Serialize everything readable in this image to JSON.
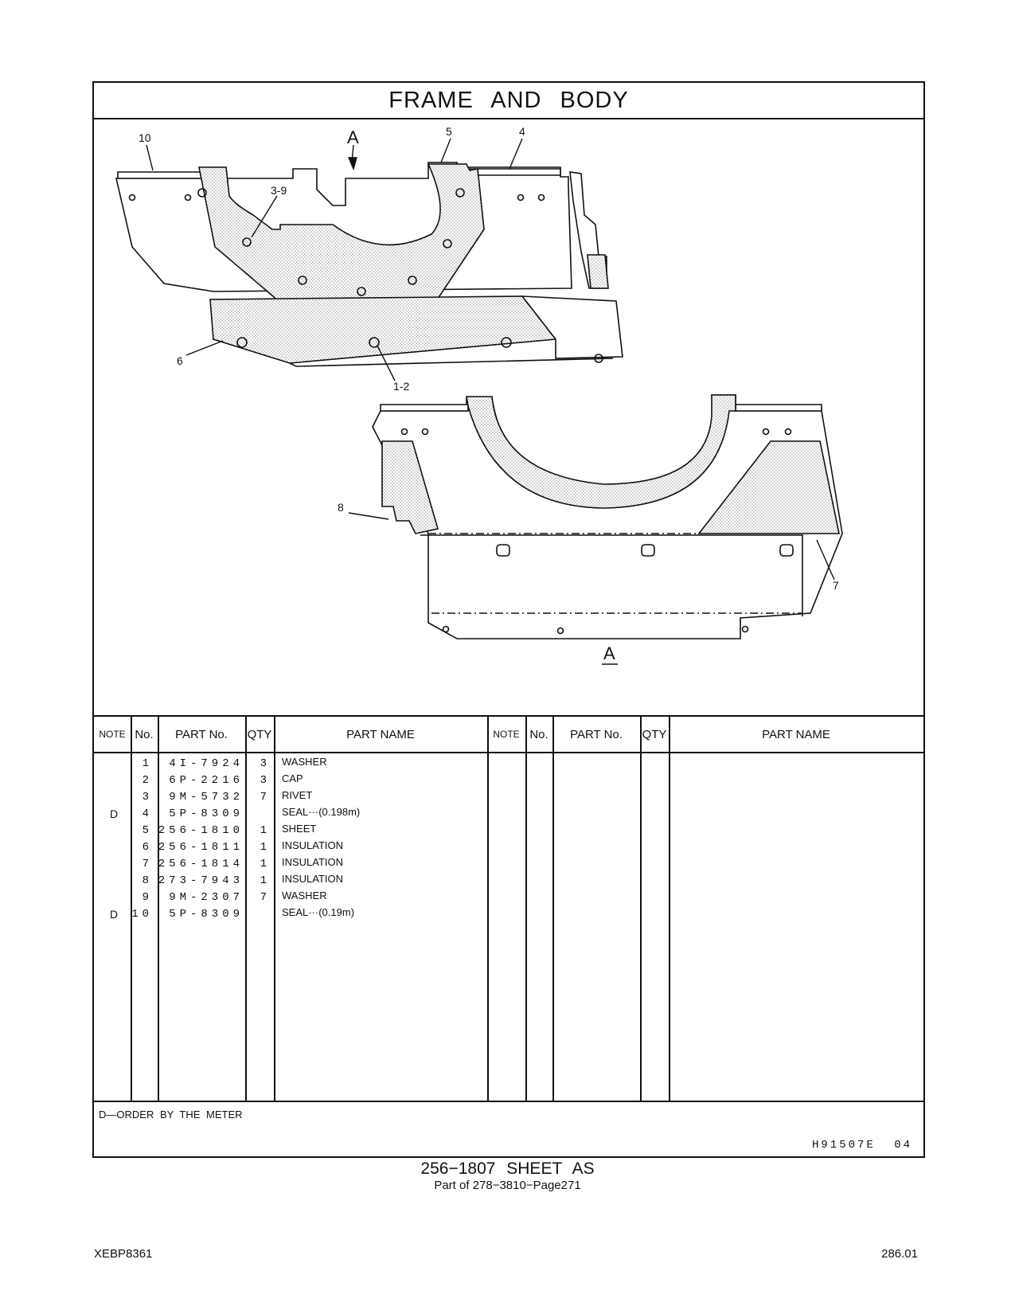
{
  "title": "FRAME AND BODY",
  "drawing": {
    "callouts": [
      "10",
      "A",
      "5",
      "4",
      "3-9",
      "6",
      "1-2",
      "8",
      "7",
      "A"
    ]
  },
  "table": {
    "headers": {
      "note": "NOTE",
      "no": "No.",
      "part_no": "PART No.",
      "qty": "QTY",
      "part_name": "PART NAME"
    },
    "rows": [
      {
        "note": "",
        "no": "1",
        "part_no": "4I-7924",
        "qty": "3",
        "name": "WASHER"
      },
      {
        "note": "",
        "no": "2",
        "part_no": "6P-2216",
        "qty": "3",
        "name": "CAP"
      },
      {
        "note": "",
        "no": "3",
        "part_no": "9M-5732",
        "qty": "7",
        "name": "RIVET"
      },
      {
        "note": "D",
        "no": "4",
        "part_no": "5P-8309",
        "qty": "",
        "name": "SEAL···(0.198m)"
      },
      {
        "note": "",
        "no": "5",
        "part_no": "256-1810",
        "qty": "1",
        "name": "SHEET"
      },
      {
        "note": "",
        "no": "6",
        "part_no": "256-1811",
        "qty": "1",
        "name": "INSULATION"
      },
      {
        "note": "",
        "no": "7",
        "part_no": "256-1814",
        "qty": "1",
        "name": "INSULATION"
      },
      {
        "note": "",
        "no": "8",
        "part_no": "273-7943",
        "qty": "1",
        "name": "INSULATION"
      },
      {
        "note": "",
        "no": "9",
        "part_no": "9M-2307",
        "qty": "7",
        "name": "WASHER"
      },
      {
        "note": "D",
        "no": "10",
        "part_no": "5P-8309",
        "qty": "",
        "name": "SEAL···(0.19m)"
      }
    ]
  },
  "footnote": "D—ORDER BY THE METER",
  "illustration_code": "H91507E 04",
  "caption": {
    "title": "256−1807 SHEET AS",
    "subtitle": "Part of 278−3810−Page271"
  },
  "page": {
    "doc_id": "XEBP8361",
    "page_no": "286.01"
  }
}
